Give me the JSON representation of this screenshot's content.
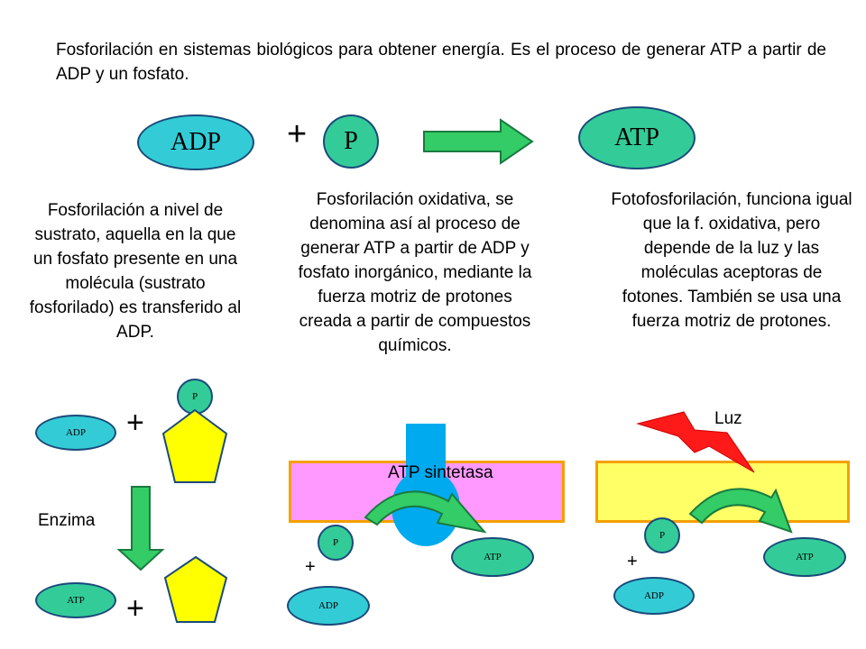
{
  "intro": "Fosforilación en sistemas biológicos para obtener energía. Es el proceso de generar ATP a partir de ADP y un fosfato.",
  "equation": {
    "adp": "ADP",
    "plus": "+",
    "p": "P",
    "atp": "ATP"
  },
  "left": {
    "text": "Fosforilación a nivel de sustrato, aquella en la que un fosfato presente en una molécula (sustrato fosforilado) es transferido al ADP.",
    "p": "P",
    "adp": "ADP",
    "plus_top": "+",
    "enzyme": "Enzima",
    "atp": "ATP",
    "plus_bottom": "+"
  },
  "middle": {
    "text": "Fosforilación oxidativa, se denomina así al proceso de generar ATP a partir de ADP y fosfato inorgánico, mediante la fuerza motriz de protones creada a partir de compuestos químicos.",
    "synthase": "ATP sintetasa",
    "p": "P",
    "plus": "+",
    "adp": "ADP",
    "atp": "ATP"
  },
  "right": {
    "text": "Fotofosforilación, funciona igual que la f. oxidativa, pero depende de la luz y las moléculas aceptoras de fotones. También se usa una fuerza motriz de protones.",
    "light": "Luz",
    "p": "P",
    "plus": "+",
    "adp": "ADP",
    "atp": "ATP"
  },
  "colors": {
    "ellipse_cyan": "#33ccd6",
    "ellipse_green": "#33cc99",
    "arrow_green": "#33cc66",
    "pentagon_yellow": "#ffff00",
    "membrane_pink": "#ff99ff",
    "membrane_yellow": "#ffff66",
    "membrane_border": "#f4a000",
    "synthase_blue": "#00aaee",
    "lightning_red": "#ff1a1a"
  }
}
